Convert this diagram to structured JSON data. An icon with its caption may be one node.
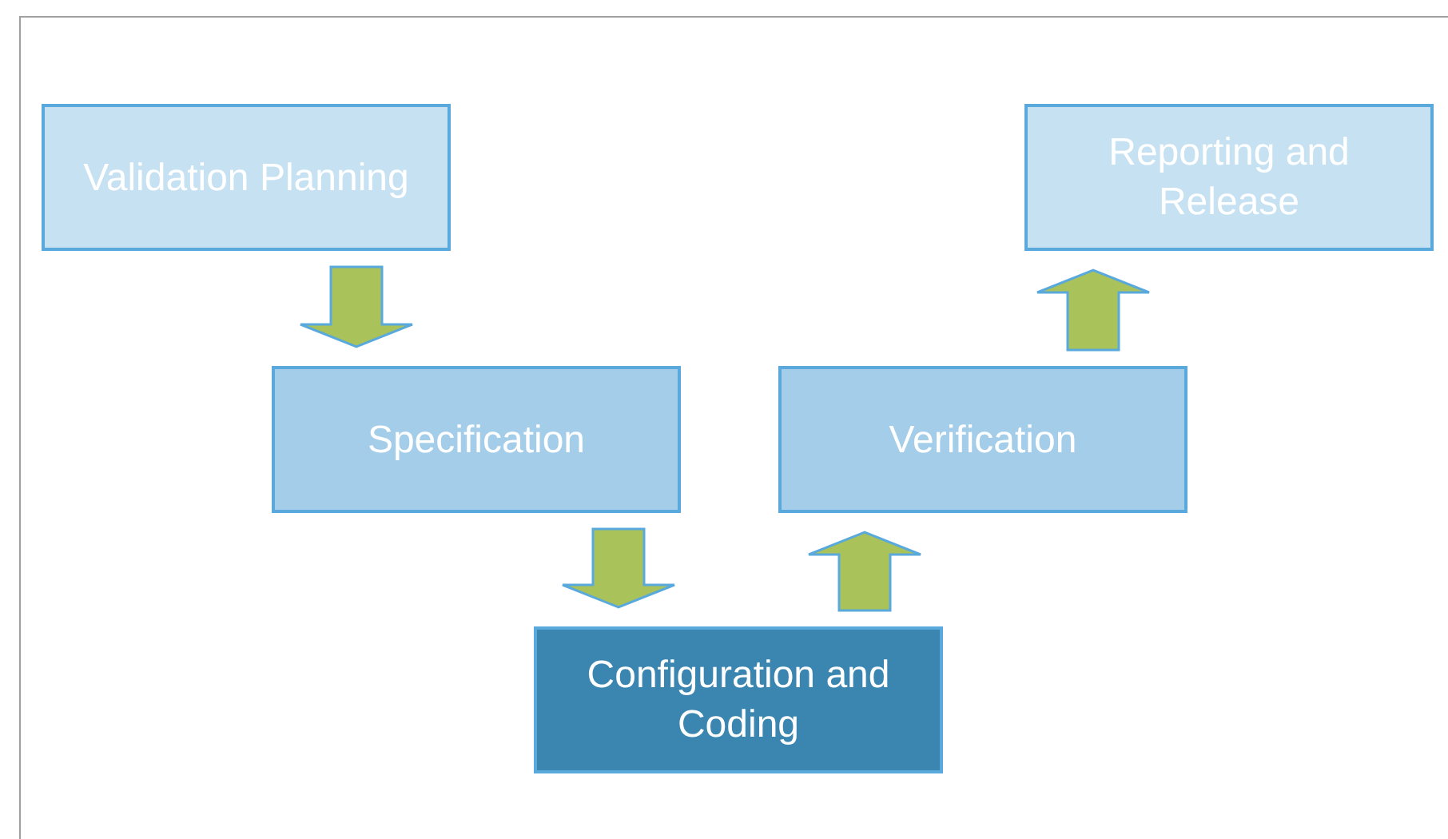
{
  "diagram": {
    "nodes": [
      {
        "text": [
          "Validation Planning"
        ]
      },
      {
        "text": [
          "Reporting and Release"
        ]
      },
      {
        "text": [
          "Specification"
        ]
      },
      {
        "text": [
          "Verification"
        ]
      },
      {
        "text": [
          "Configuration and Coding"
        ]
      }
    ],
    "edges": [
      {
        "from": 0,
        "to": 2,
        "arrow": "to"
      },
      {
        "from": 2,
        "to": 4,
        "arrow": "to"
      },
      {
        "from": 4,
        "to": 3,
        "arrow": "to"
      },
      {
        "from": 3,
        "to": 1,
        "arrow": "to"
      }
    ]
  }
}
